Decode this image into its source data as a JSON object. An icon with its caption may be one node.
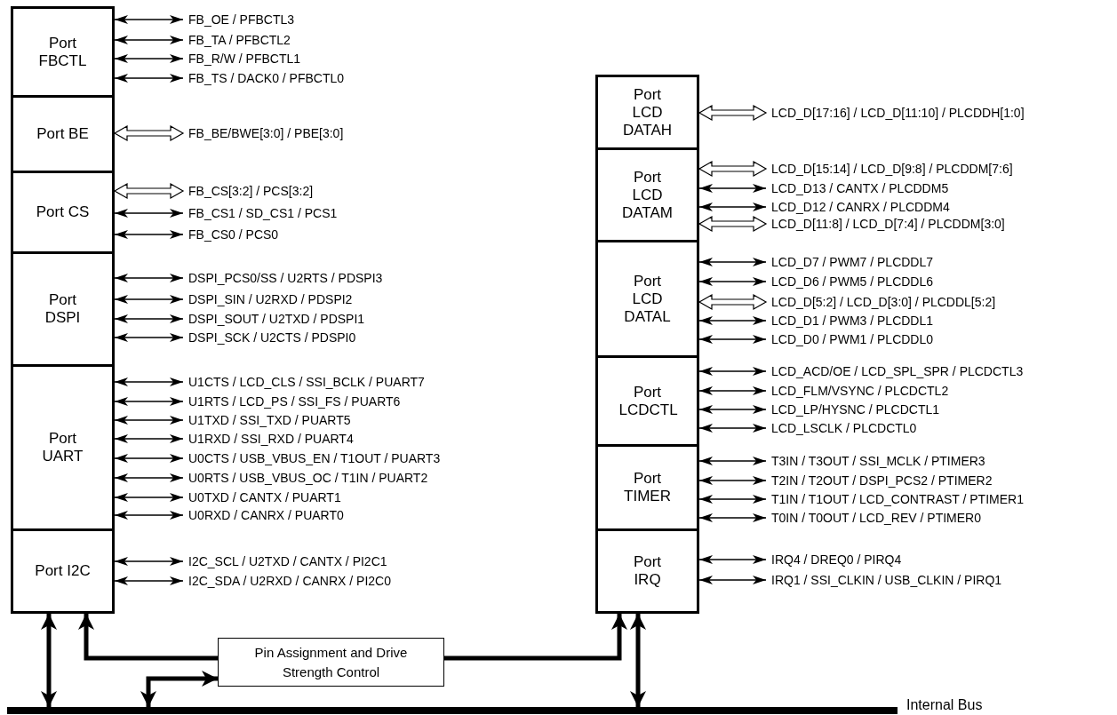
{
  "diagram": {
    "nodes": [
      {
        "text": [
          "Port FBCTL"
        ]
      },
      {
        "text": [
          "Port BE"
        ]
      },
      {
        "text": [
          "Port CS"
        ]
      },
      {
        "text": [
          "Port DSPI"
        ]
      },
      {
        "text": [
          "Port UART"
        ]
      },
      {
        "text": [
          "Port I2C"
        ]
      },
      {
        "text": [
          "Port LCD DATAH"
        ]
      },
      {
        "text": [
          "Port LCD DATAM"
        ]
      },
      {
        "text": [
          "Port LCD DATAL"
        ]
      },
      {
        "text": [
          "Port LCDCTL"
        ]
      },
      {
        "text": [
          "Port TIMER"
        ]
      },
      {
        "text": [
          "Port IRQ"
        ]
      },
      {
        "text": [
          "Pin Assignment and Drive Strength Control"
        ]
      },
      {
        "text": [],
        "shape": "bar",
        "beside": [
          "Internal Bus"
        ]
      },
      {
        "text": [
          "FB_OE / PFBCTL3"
        ]
      },
      {
        "text": [
          "FB_TA / PFBCTL2"
        ]
      },
      {
        "text": [
          "FB_R/W / PFBCTL1"
        ]
      },
      {
        "text": [
          "FB_TS / DACK0 / PFBCTL0"
        ]
      },
      {
        "text": [
          "FB_BE/BWE[3:0] / PBE[3:0]"
        ]
      },
      {
        "text": [
          "FB_CS[3:2] / PCS[3:2]"
        ]
      },
      {
        "text": [
          "FB_CS1 / SD_CS1 / PCS1"
        ]
      },
      {
        "text": [
          "FB_CS0 / PCS0"
        ]
      },
      {
        "text": [
          "DSPI_PCS0/SS / U2RTS / PDSPI3"
        ]
      },
      {
        "text": [
          "DSPI_SIN / U2RXD / PDSPI2"
        ]
      },
      {
        "text": [
          "DSPI_SOUT / U2TXD / PDSPI1"
        ]
      },
      {
        "text": [
          "DSPI_SCK / U2CTS / PDSPI0"
        ]
      },
      {
        "text": [
          "U1CTS / LCD_CLS / SSI_BCLK / PUART7"
        ]
      },
      {
        "text": [
          "U1RTS / LCD_PS / SSI_FS / PUART6"
        ]
      },
      {
        "text": [
          "U1TXD / SSI_TXD / PUART5"
        ]
      },
      {
        "text": [
          "U1RXD / SSI_RXD / PUART4"
        ]
      },
      {
        "text": [
          "U0CTS / USB_VBUS_EN / T1OUT / PUART3"
        ]
      },
      {
        "text": [
          "U0RTS / USB_VBUS_OC / T1IN / PUART2"
        ]
      },
      {
        "text": [
          "U0TXD / CANTX / PUART1"
        ]
      },
      {
        "text": [
          "U0RXD / CANRX / PUART0"
        ]
      },
      {
        "text": [
          "I2C_SCL / U2TXD / CANTX / PI2C1"
        ]
      },
      {
        "text": [
          "I2C_SDA / U2RXD / CANRX / PI2C0"
        ]
      },
      {
        "text": [
          "LCD_D[17:16] / LCD_D[11:10] / PLCDDH[1:0]"
        ]
      },
      {
        "text": [
          "LCD_D[15:14] / LCD_D[9:8] / PLCDDM[7:6]"
        ]
      },
      {
        "text": [
          "LCD_D13 / CANTX / PLCDDM5"
        ]
      },
      {
        "text": [
          "LCD_D12 / CANRX / PLCDDM4"
        ]
      },
      {
        "text": [
          "LCD_D[11:8] / LCD_D[7:4] / PLCDDM[3:0]"
        ]
      },
      {
        "text": [
          "LCD_D7 / PWM7 / PLCDDL7"
        ]
      },
      {
        "text": [
          "LCD_D6 / PWM5 / PLCDDL6"
        ]
      },
      {
        "text": [
          "LCD_D[5:2] / LCD_D[3:0] / PLCDDL[5:2]"
        ]
      },
      {
        "text": [
          "LCD_D1 / PWM3 / PLCDDL1"
        ]
      },
      {
        "text": [
          "LCD_D0 / PWM1 / PLCDDL0"
        ]
      },
      {
        "text": [
          "LCD_ACD/OE / LCD_SPL_SPR / PLCDCTL3"
        ]
      },
      {
        "text": [
          "LCD_FLM/VSYNC / PLCDCTL2"
        ]
      },
      {
        "text": [
          "LCD_LP/HYSNC / PLCDCTL1"
        ]
      },
      {
        "text": [
          "LCD_LSCLK / PLCDCTL0"
        ]
      },
      {
        "text": [
          "T3IN / T3OUT / SSI_MCLK / PTIMER3"
        ]
      },
      {
        "text": [
          "T2IN / T2OUT / DSPI_PCS2 / PTIMER2"
        ]
      },
      {
        "text": [
          "T1IN / T1OUT / LCD_CONTRAST / PTIMER1"
        ]
      },
      {
        "text": [
          "T0IN / T0OUT / LCD_REV / PTIMER0"
        ]
      },
      {
        "text": [
          "IRQ4 / DREQ0 / PIRQ4"
        ]
      },
      {
        "text": [
          "IRQ1 / SSI_CLKIN / USB_CLKIN / PIRQ1"
        ]
      }
    ],
    "edges": [
      {
        "from": 0,
        "to": 14,
        "arrow": "both"
      },
      {
        "from": 0,
        "to": 15,
        "arrow": "both"
      },
      {
        "from": 0,
        "to": 16,
        "arrow": "both"
      },
      {
        "from": 0,
        "to": 17,
        "arrow": "both"
      },
      {
        "from": 1,
        "to": 18,
        "arrow": "both",
        "style": "thick"
      },
      {
        "from": 2,
        "to": 19,
        "arrow": "both",
        "style": "thick"
      },
      {
        "from": 2,
        "to": 20,
        "arrow": "both"
      },
      {
        "from": 2,
        "to": 21,
        "arrow": "both"
      },
      {
        "from": 3,
        "to": 22,
        "arrow": "both"
      },
      {
        "from": 3,
        "to": 23,
        "arrow": "both"
      },
      {
        "from": 3,
        "to": 24,
        "arrow": "both"
      },
      {
        "from": 3,
        "to": 25,
        "arrow": "both"
      },
      {
        "from": 4,
        "to": 26,
        "arrow": "both"
      },
      {
        "from": 4,
        "to": 27,
        "arrow": "both"
      },
      {
        "from": 4,
        "to": 28,
        "arrow": "both"
      },
      {
        "from": 4,
        "to": 29,
        "arrow": "both"
      },
      {
        "from": 4,
        "to": 30,
        "arrow": "both"
      },
      {
        "from": 4,
        "to": 31,
        "arrow": "both"
      },
      {
        "from": 4,
        "to": 32,
        "arrow": "both"
      },
      {
        "from": 4,
        "to": 33,
        "arrow": "both"
      },
      {
        "from": 5,
        "to": 34,
        "arrow": "both"
      },
      {
        "from": 5,
        "to": 35,
        "arrow": "both"
      },
      {
        "from": 6,
        "to": 36,
        "arrow": "both",
        "style": "thick"
      },
      {
        "from": 7,
        "to": 37,
        "arrow": "both",
        "style": "thick"
      },
      {
        "from": 7,
        "to": 38,
        "arrow": "both"
      },
      {
        "from": 7,
        "to": 39,
        "arrow": "both"
      },
      {
        "from": 7,
        "to": 40,
        "arrow": "both",
        "style": "thick"
      },
      {
        "from": 8,
        "to": 41,
        "arrow": "both"
      },
      {
        "from": 8,
        "to": 42,
        "arrow": "both"
      },
      {
        "from": 8,
        "to": 43,
        "arrow": "both",
        "style": "thick"
      },
      {
        "from": 8,
        "to": 44,
        "arrow": "both"
      },
      {
        "from": 8,
        "to": 45,
        "arrow": "both"
      },
      {
        "from": 9,
        "to": 46,
        "arrow": "both"
      },
      {
        "from": 9,
        "to": 47,
        "arrow": "both"
      },
      {
        "from": 9,
        "to": 48,
        "arrow": "both"
      },
      {
        "from": 9,
        "to": 49,
        "arrow": "both"
      },
      {
        "from": 10,
        "to": 50,
        "arrow": "both"
      },
      {
        "from": 10,
        "to": 51,
        "arrow": "both"
      },
      {
        "from": 10,
        "to": 52,
        "arrow": "both"
      },
      {
        "from": 10,
        "to": 53,
        "arrow": "both"
      },
      {
        "from": 11,
        "to": 54,
        "arrow": "both"
      },
      {
        "from": 11,
        "to": 55,
        "arrow": "both"
      },
      {
        "from": 5,
        "to": 13,
        "arrow": "both",
        "style": "thick"
      },
      {
        "from": 12,
        "to": 5,
        "arrow": "to",
        "style": "thick"
      },
      {
        "from": 12,
        "to": 11,
        "arrow": "to",
        "style": "thick"
      },
      {
        "from": 13,
        "to": 11,
        "arrow": "both",
        "style": "thick"
      },
      {
        "from": 13,
        "to": 12,
        "arrow": "both",
        "style": "thick"
      }
    ]
  }
}
